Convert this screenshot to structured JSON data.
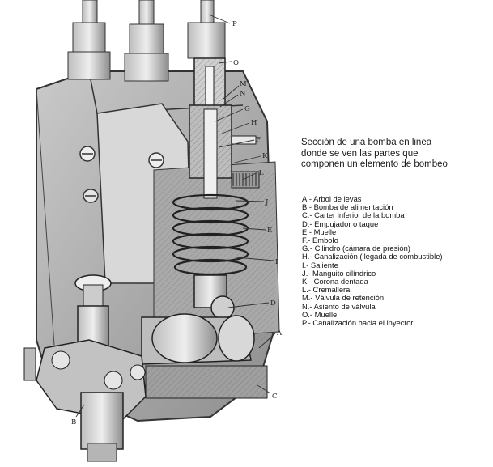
{
  "caption": {
    "lines": [
      "Sección de una bomba en linea",
      "donde se ven las partes que",
      "componen un elemento de bombeo"
    ]
  },
  "legend": [
    "A.- Arbol de levas",
    "B.- Bomba de alimentación",
    "C.- Carter inferior de la bomba",
    "D.- Empujador o taque",
    "E.- Muelle",
    "F.- Embolo",
    "G.- Cilindro (cámara de presión)",
    "H.- Canalización (llegada de combustible)",
    "I.- Saliente",
    "J.- Manguito cilíndrico",
    "K.- Corona dentada",
    "L.- Cremallera",
    "M.- Válvula de retención",
    "N.- Asiento de válvula",
    "O.- Muelle",
    "P.- Canalización hacia el inyector"
  ],
  "callouts": {
    "P": "P",
    "O": "O",
    "M": "M",
    "N": "N",
    "G": "G",
    "H": "H",
    "F": "F",
    "K": "K",
    "L": "L",
    "J": "J",
    "E": "E",
    "I": "I",
    "D": "D",
    "A": "A",
    "C": "C",
    "B": "B"
  }
}
